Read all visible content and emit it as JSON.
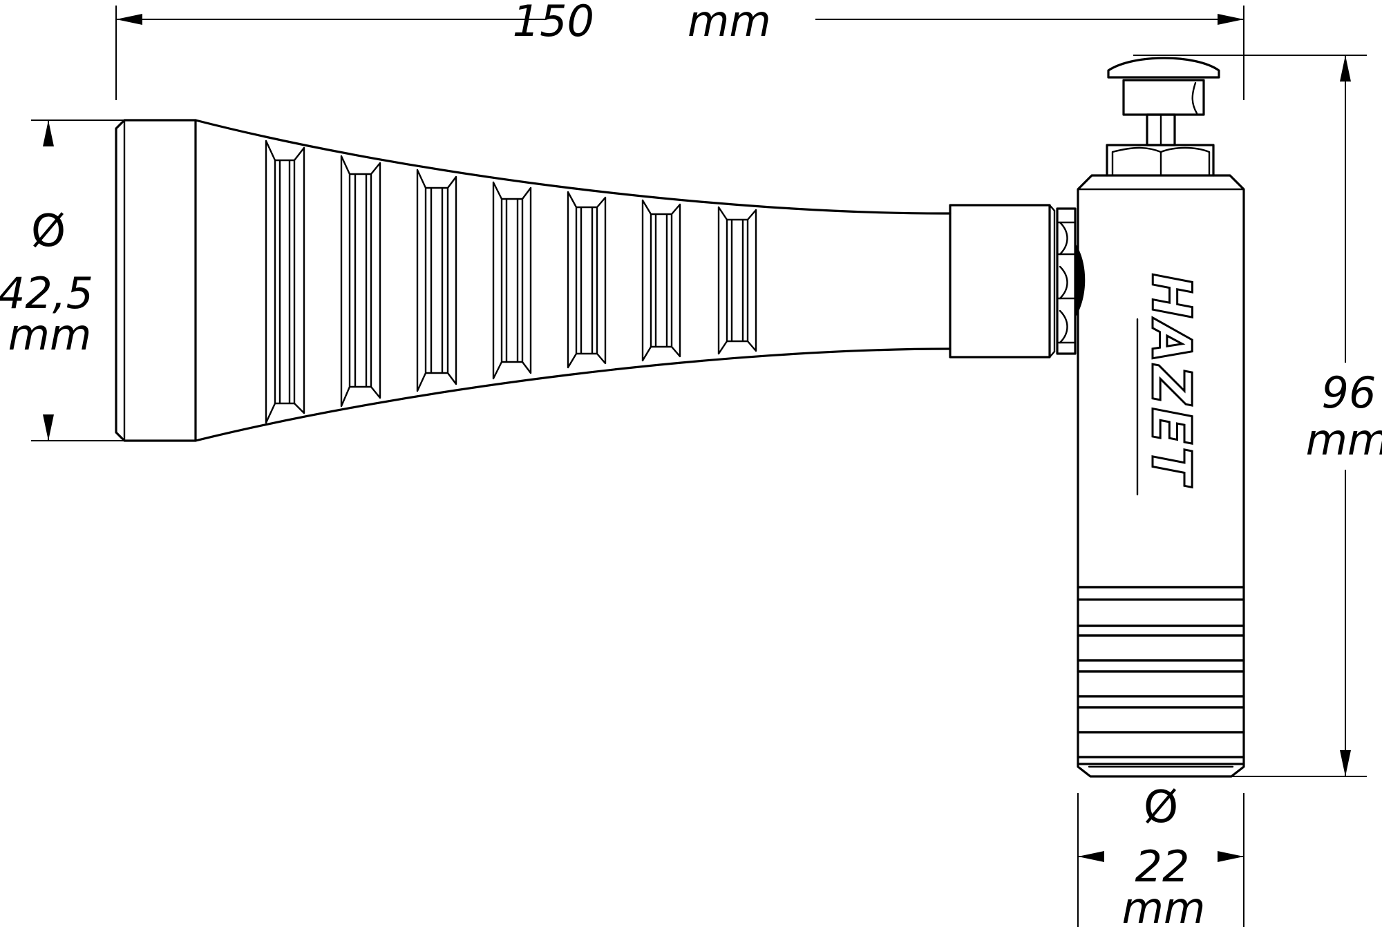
{
  "dimensions": {
    "length": {
      "value": "150",
      "unit": "mm"
    },
    "width": {
      "symbol": "Ø",
      "value": "42,5",
      "unit": "mm"
    },
    "height": {
      "value": "96",
      "unit": "mm"
    },
    "shaft": {
      "symbol": "Ø",
      "value": "22",
      "unit": "mm"
    }
  },
  "brand": "HAZET"
}
